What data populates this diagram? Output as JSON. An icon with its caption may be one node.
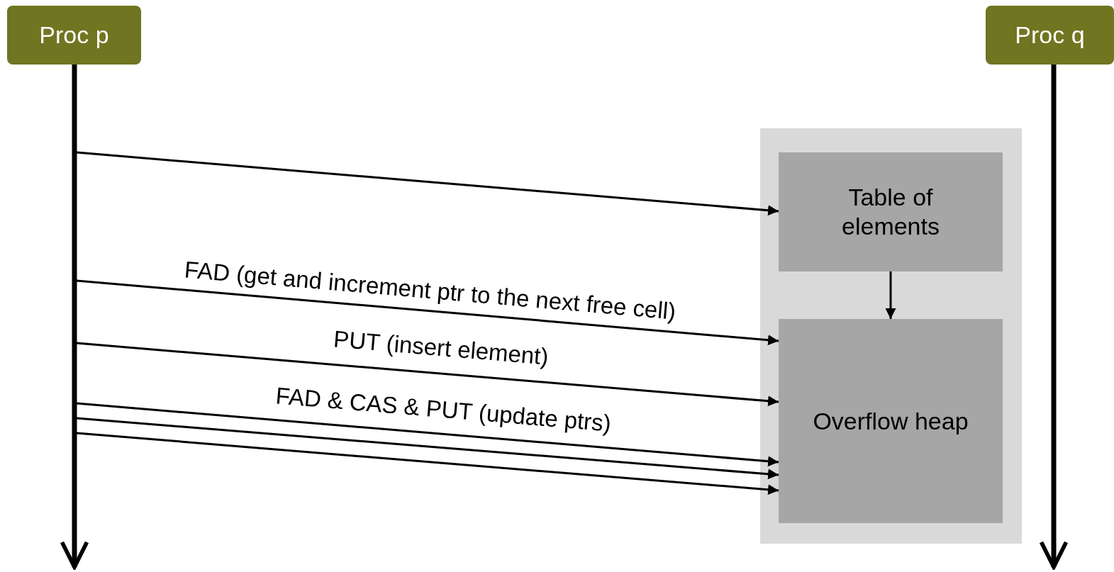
{
  "diagram": {
    "nodes": [
      {
        "text": [
          "Proc p"
        ]
      },
      {
        "text": [
          "Proc q"
        ]
      },
      {
        "text": [],
        "shape": "box"
      },
      {
        "text": [
          "Table of elements"
        ],
        "in": 2
      },
      {
        "text": [
          "Overflow heap"
        ],
        "in": 2
      }
    ],
    "edges": [
      {
        "from": 0,
        "to": null,
        "arrow": "to",
        "style": "thick"
      },
      {
        "from": 1,
        "to": null,
        "arrow": "to",
        "style": "thick"
      },
      {
        "from": null,
        "to": 3,
        "arrow": "to"
      },
      {
        "from": 3,
        "to": 4,
        "arrow": "to"
      },
      {
        "from": null,
        "to": 4,
        "arrow": "to",
        "label": "FAD (get and increment ptr to the next free cell)"
      },
      {
        "from": null,
        "to": 4,
        "arrow": "to",
        "label": "PUT (insert element)"
      },
      {
        "from": null,
        "to": 4,
        "arrow": "to",
        "label": "FAD & CAS & PUT (update ptrs)"
      },
      {
        "from": null,
        "to": 4,
        "arrow": "to"
      },
      {
        "from": null,
        "to": 4,
        "arrow": "to"
      }
    ]
  }
}
